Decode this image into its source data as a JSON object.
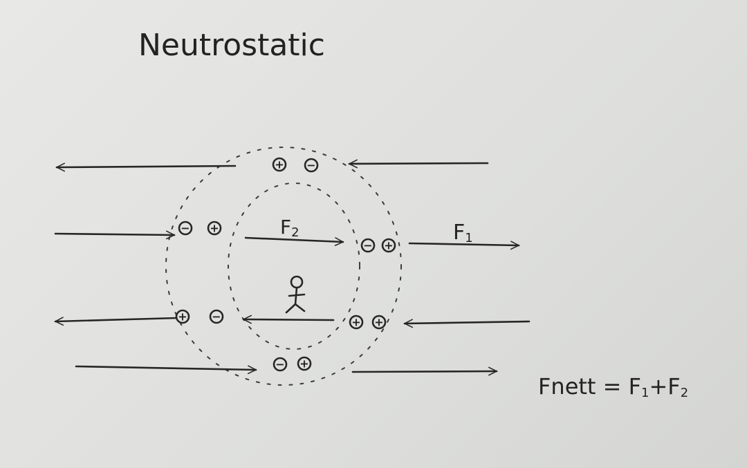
{
  "title": "Neutrostatic",
  "labels": {
    "f1": "F",
    "f1_sub": "1",
    "f2": "F",
    "f2_sub": "2",
    "formula": "Fnett = F",
    "formula_sub1": "1",
    "formula_plus": "+F",
    "formula_sub2": "2"
  },
  "charges": {
    "top": [
      "+",
      "−"
    ],
    "upper_left": [
      "−",
      "+"
    ],
    "upper_right": [
      "−",
      "+"
    ],
    "lower_left": [
      "+",
      "−"
    ],
    "lower_right": [
      "+",
      "+"
    ],
    "bottom": [
      "−",
      "+"
    ]
  },
  "colors": {
    "ink": "#262626",
    "paper": "#e2e2e0"
  }
}
